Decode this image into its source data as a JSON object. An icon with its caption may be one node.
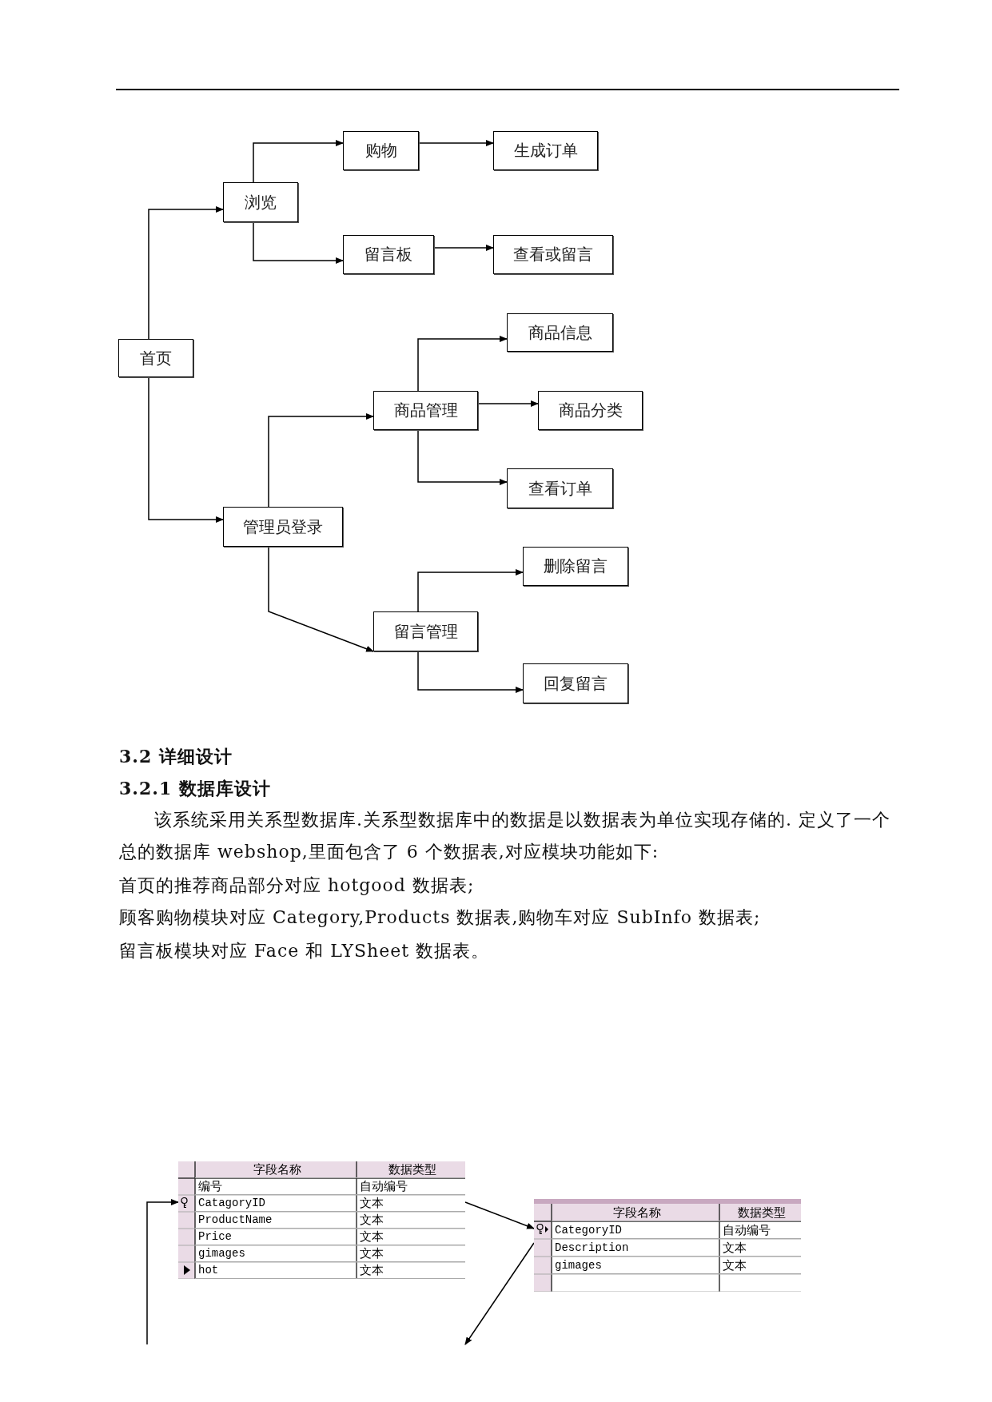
{
  "diagram": {
    "nodes": [
      {
        "text": [
          "购物"
        ]
      },
      {
        "text": [
          "生成订单"
        ]
      },
      {
        "text": [
          "浏览"
        ]
      },
      {
        "text": [
          "留言板"
        ]
      },
      {
        "text": [
          "查看或留言"
        ]
      },
      {
        "text": [
          "商品信息"
        ]
      },
      {
        "text": [
          "首页"
        ]
      },
      {
        "text": [
          "商品管理"
        ]
      },
      {
        "text": [
          "商品分类"
        ]
      },
      {
        "text": [
          "查看订单"
        ]
      },
      {
        "text": [
          "管理员登录"
        ]
      },
      {
        "text": [
          "删除留言"
        ]
      },
      {
        "text": [
          "留言管理"
        ]
      },
      {
        "text": [
          "回复留言"
        ]
      },
      {
        "text": [
          "字段名称",
          "数据类型",
          "编号",
          "自动编号",
          "CatagoryID",
          "文本",
          "ProductName",
          "文本",
          "Price",
          "文本",
          "gimages",
          "文本",
          "hot",
          "文本"
        ]
      },
      {
        "text": [
          "字段名称",
          "数据类型",
          "CategoryID",
          "自动编号",
          "Description",
          "文本",
          "gimages",
          "文本"
        ]
      }
    ],
    "edges": [
      {
        "from": 6,
        "to": 2,
        "arrow": "to"
      },
      {
        "from": 6,
        "to": 10,
        "arrow": "to"
      },
      {
        "from": 2,
        "to": 0,
        "arrow": "to"
      },
      {
        "from": 2,
        "to": 3,
        "arrow": "to"
      },
      {
        "from": 0,
        "to": 1,
        "arrow": "to"
      },
      {
        "from": 3,
        "to": 4,
        "arrow": "to"
      },
      {
        "from": 10,
        "to": 7,
        "arrow": "to"
      },
      {
        "from": 10,
        "to": 12,
        "arrow": "to"
      },
      {
        "from": 7,
        "to": 5,
        "arrow": "to"
      },
      {
        "from": 7,
        "to": 8,
        "arrow": "to"
      },
      {
        "from": 7,
        "to": 9,
        "arrow": "to"
      },
      {
        "from": 12,
        "to": 11,
        "arrow": "to"
      },
      {
        "from": 12,
        "to": 13,
        "arrow": "to"
      },
      {
        "from": null,
        "to": 14,
        "arrow": "to"
      },
      {
        "from": 14,
        "to": 15,
        "arrow": "to"
      },
      {
        "from": 15,
        "to": null,
        "arrow": "to"
      }
    ],
    "labels": [
      "3.2 详细设计",
      "3.2.1 数据库设计",
      "该系统采用关系型数据库.关系型数据库中的数据是以数据表为单位实现存储的. 定义了一个总的数据库 webshop,里面包含了 6 个数据表,对应模块功能如下:",
      "首页的推荐商品部分对应 hotgood 数据表;",
      "顾客购物模块对应 Category,Products 数据表,购物车对应 SubInfo 数据表;",
      "留言板模块对应 Face 和 LYSheet 数据表。"
    ]
  }
}
